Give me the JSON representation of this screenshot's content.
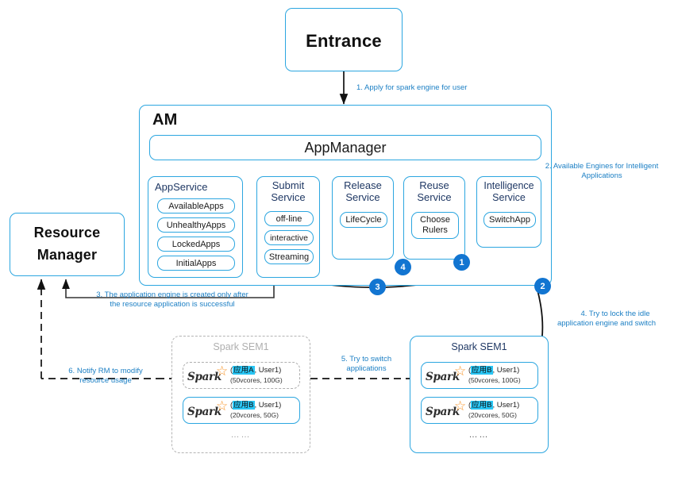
{
  "entrance": {
    "label": "Entrance"
  },
  "am": {
    "title": "AM",
    "app_manager": "AppManager",
    "app_service": {
      "title": "AppService",
      "items": [
        "AvailableApps",
        "UnhealthyApps",
        "LockedApps",
        "InitialApps"
      ]
    },
    "services": [
      {
        "title": "Submit\nService",
        "title_l1": "Submit",
        "title_l2": "Service",
        "items": [
          "off-line",
          "interactive",
          "Streaming"
        ]
      },
      {
        "title": "Release\nService",
        "title_l1": "Release",
        "title_l2": "Service",
        "items": [
          "LifeCycle"
        ]
      },
      {
        "title": "Reuse\nService",
        "title_l1": "Reuse",
        "title_l2": "Service",
        "items": [
          "Choose Rulers"
        ]
      },
      {
        "title": "Intelligence\nService",
        "title_l1": "Intelligence",
        "title_l2": "Service",
        "items": [
          "SwitchApp"
        ]
      }
    ]
  },
  "resource_manager": {
    "line1": "Resource",
    "line2": "Manager"
  },
  "steps": [
    {
      "n": "1",
      "text": "1. Apply for spark engine for user"
    },
    {
      "n": "2",
      "text": "2. Available Engines for Intelligent Applications"
    },
    {
      "n": "3",
      "text": "3. The application engine is created only after the resource application is successful"
    },
    {
      "n": "4",
      "text": "4. Try to lock the idle application engine and switch"
    },
    {
      "n": "5",
      "text": "5. Try to switch applications"
    },
    {
      "n": "6",
      "text": "6. Notify RM to modify resource usage"
    }
  ],
  "notes": {
    "n1": "1. Apply for spark engine for user",
    "n2_l1": "2. Available Engines for Intelligent",
    "n2_l2": "Applications",
    "n3_l1": "3. The application engine is created only after",
    "n3_l2": "the resource application is successful",
    "n4_l1": "4. Try to lock the idle",
    "n4_l2": "application engine and switch",
    "n5_l1": "5. Try to switch",
    "n5_l2": "applications",
    "n6_l1": "6. Notify RM to modify",
    "n6_l2": "resource usage"
  },
  "badges": [
    "1",
    "2",
    "3",
    "4"
  ],
  "sem_left": {
    "title": "Spark  SEM1",
    "state": "ghost",
    "apps": [
      {
        "logo": "Spark",
        "app": "应用A",
        "user": "User1",
        "res": "(50vcores, 100G)",
        "state": "ghost"
      },
      {
        "logo": "Spark",
        "app": "应用B",
        "user": "User1",
        "res": "(20vcores, 50G)",
        "state": "active"
      }
    ],
    "ellipsis": "……"
  },
  "sem_right": {
    "title": "Spark SEM1",
    "state": "active",
    "apps": [
      {
        "logo": "Spark",
        "app": "应用B",
        "user": "User1",
        "res": "(50vcores, 100G)",
        "state": "active"
      },
      {
        "logo": "Spark",
        "app": "应用B",
        "user": "User1",
        "res": "(20vcores, 50G)",
        "state": "active"
      }
    ],
    "ellipsis": "……"
  },
  "colors": {
    "accent": "#2CA6E0",
    "note": "#1B7FC4",
    "badge": "#1275D1",
    "title_navy": "#1F3864",
    "star": "#F79122",
    "highlight": "#29C6F5",
    "ghost": "#B4B4B4"
  }
}
